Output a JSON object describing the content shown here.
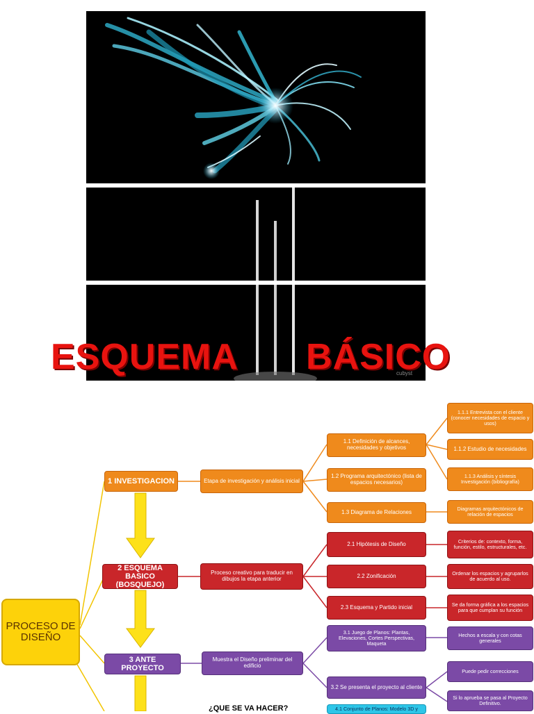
{
  "title": {
    "word1": "ESQUEMA",
    "word2": "BÁSICO"
  },
  "photo": {
    "watermark": "cubyst"
  },
  "diagram": {
    "root": "PROCESO DE DISEÑO",
    "steps": [
      {
        "label": "1 INVESTIGACION",
        "description": "Etapa de investigación y análisis inicial"
      },
      {
        "label": "2 ESQUEMA BASICO (BOSQUEJO)",
        "description": "Proceso creativo para traducir en dibujos la etapa anterior"
      },
      {
        "label": "3 ANTE PROYECTO",
        "description": "Muestra el Diseño preliminar del edificio"
      }
    ],
    "substeps": {
      "s1_1": "1.1 Definición de alcances, necesidades y objetivos",
      "s1_2": "1.2 Programa arquitectónico (lista de espacios necesarios)",
      "s1_3": "1.3 Diagrama de Relaciones",
      "s2_1": "2.1 Hipótesis de Diseño",
      "s2_2": "2.2 Zonificación",
      "s2_3": "2.3 Esquema y Partido inicial",
      "s3_1": "3.1 Juego de Planos: Plantas, Elevaciones, Cortes Perspectivas, Maqueta",
      "s3_2": "3.2 Se presenta el proyecto al cliente",
      "s4_1": "4.1 Conjunto de Planos: Modelo 3D y"
    },
    "details": {
      "d1_1_1": "1.1.1 Entrevista con el cliente (conocer necesidades de espacio y usos)",
      "d1_1_2": "1.1.2 Estudio de necesidades",
      "d1_1_3": "1.1.3 Análisis y síntesis Investigación (bibliografía)",
      "d1_3": "Diagramas arquitectónicos de relación de espacios",
      "d2_1": "Criterios de: contexto, forma, función, estilo, estructurales, etc.",
      "d2_2": "Ordenar los espacios y agruparlos de acuerdo al uso.",
      "d2_3": "Se da forma gráfica a los espacios para que cumplan su función",
      "d3_1": "Hechos a escala y con cotas generales",
      "d3_2a": "Puede pedir correcciones",
      "d3_2b": "Si lo aprueba se pasa al Proyecto Definitivo."
    },
    "question": "¿QUE SE VA HACER?"
  },
  "colors": {
    "title": "#e8130f",
    "investigation": "#ef8a1c",
    "schematic": "#c9262a",
    "preliminary": "#7b4aa6",
    "root": "#fdd20a",
    "definitive": "#2ec6e8"
  }
}
